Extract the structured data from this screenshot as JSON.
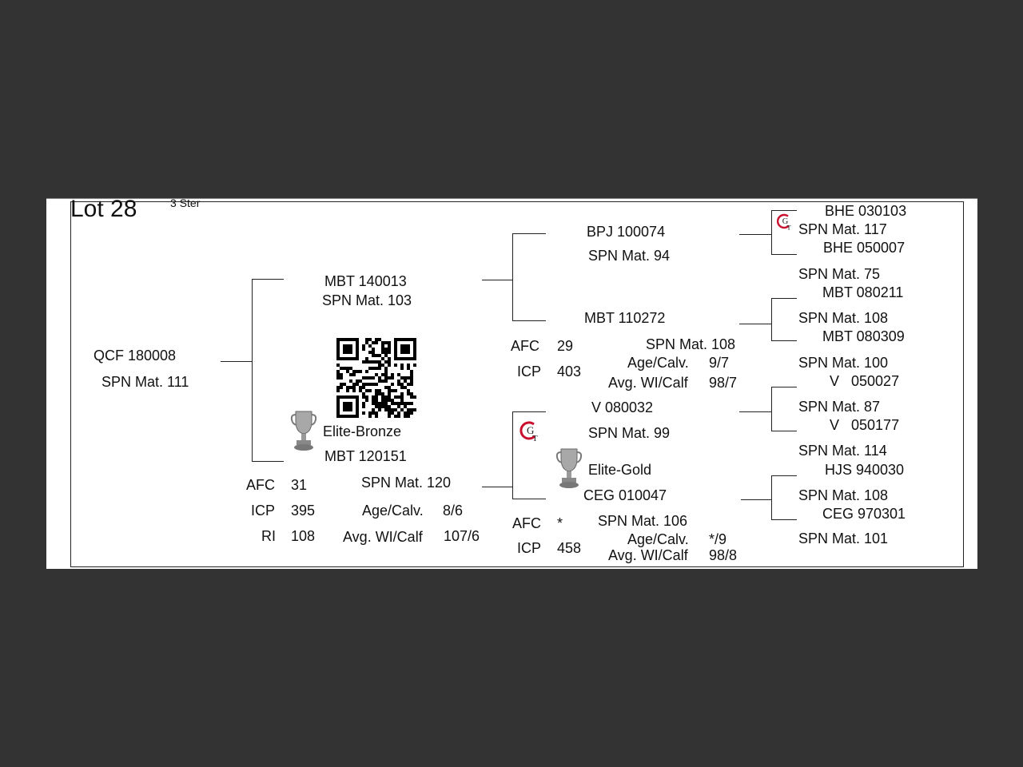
{
  "header": {
    "lot": "Lot 28",
    "tag": "3 Ster"
  },
  "subject": {
    "name": "QCF 180008",
    "spn": "SPN Mat. 111"
  },
  "sire": {
    "name": "MBT 140013",
    "spn": "SPN Mat. 103",
    "sire": {
      "name": "BPJ 100074",
      "spn": "SPN Mat. 94",
      "sire": {
        "name": "BHE 030103",
        "spn": "SPN Mat. 117"
      },
      "dam": {
        "name": "BHE 050007",
        "spn": "SPN Mat. 75"
      }
    },
    "dam": {
      "name": "MBT 110272",
      "spn": "SPN Mat. 108",
      "afc_label": "AFC",
      "afc": "29",
      "icp_label": "ICP",
      "icp": "403",
      "age_label": "Age/Calv.",
      "age": "9/7",
      "wi_label": "Avg. WI/Calf",
      "wi": "98/7",
      "sire": {
        "name": "MBT 080211",
        "spn": "SPN Mat. 108"
      },
      "dam": {
        "name": "MBT 080309",
        "spn": "SPN Mat. 100"
      }
    }
  },
  "dam": {
    "name": "MBT 120151",
    "spn": "SPN Mat. 120",
    "award": "Elite-Bronze",
    "afc_label": "AFC",
    "afc": "31",
    "icp_label": "ICP",
    "icp": "395",
    "ri_label": "RI",
    "ri": "108",
    "age_label": "Age/Calv.",
    "age": "8/6",
    "wi_label": "Avg. WI/Calf",
    "wi": "107/6",
    "sire": {
      "name": "V   080032",
      "spn": "SPN Mat. 99",
      "sire": {
        "name": "V   050027",
        "spn": "SPN Mat. 87"
      },
      "dam": {
        "name": "V   050177",
        "spn": "SPN Mat. 114"
      }
    },
    "dam": {
      "name": "CEG 010047",
      "spn": "SPN Mat. 106",
      "award": "Elite-Gold",
      "afc_label": "AFC",
      "afc": "*",
      "icp_label": "ICP",
      "icp": "458",
      "age_label": "Age/Calv.",
      "age": "*/9",
      "wi_label": "Avg. WI/Calf",
      "wi": "98/8",
      "sire": {
        "name": "HJS 940030",
        "spn": "SPN Mat. 108"
      },
      "dam": {
        "name": "CEG 970301",
        "spn": "SPN Mat. 101"
      }
    }
  },
  "icons": {
    "qr": "qr-code",
    "trophy": "trophy-icon",
    "logo": "gt-logo"
  },
  "colors": {
    "logo_red": "#c8102e",
    "trophy": "#9a9a9a",
    "background": "#333333"
  }
}
